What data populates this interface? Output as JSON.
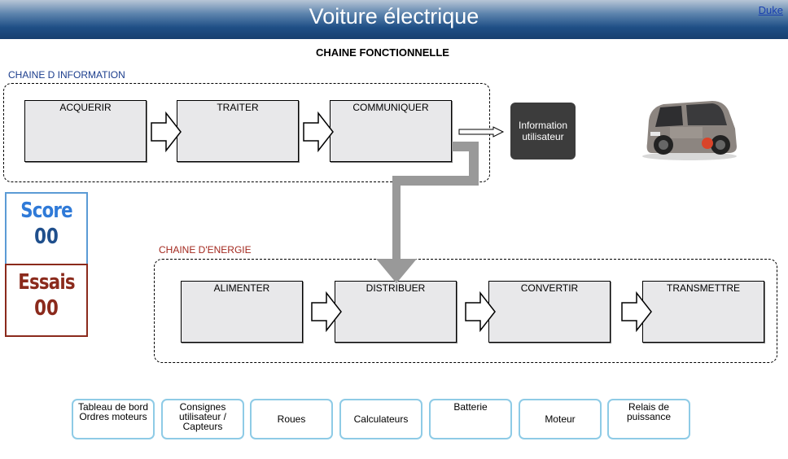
{
  "header": {
    "title": "Voiture électrique",
    "author_link": "Duke"
  },
  "subtitle": "CHAINE FONCTIONNELLE",
  "info_chain": {
    "label": "CHAINE D INFORMATION",
    "label_color": "#1a3c8c",
    "boxes": [
      "ACQUERIR",
      "TRAITER",
      "COMMUNIQUER"
    ],
    "output": "Information utilisateur"
  },
  "energy_chain": {
    "label": "CHAINE D'ENERGIE",
    "label_color": "#a3281e",
    "boxes": [
      "ALIMENTER",
      "DISTRIBUER",
      "CONVERTIR",
      "TRANSMETTRE"
    ]
  },
  "score": {
    "label": "Score",
    "value": "00",
    "color": "#2f7ad8",
    "border": "#5b9bd5"
  },
  "essais": {
    "label": "Essais",
    "value": "00",
    "color": "#8b2a1c",
    "border": "#8b2a1c"
  },
  "chips": [
    "Tableau de bord Ordres moteurs",
    "Consignes utilisateur / Capteurs",
    "Roues",
    "Calculateurs",
    "Batterie",
    "Moteur",
    "Relais de puissance"
  ],
  "image": {
    "icon": "electric-car-image"
  },
  "colors": {
    "header_dark": "#173f6f",
    "chip_border": "#8ecbe6",
    "connector": "#999999"
  }
}
